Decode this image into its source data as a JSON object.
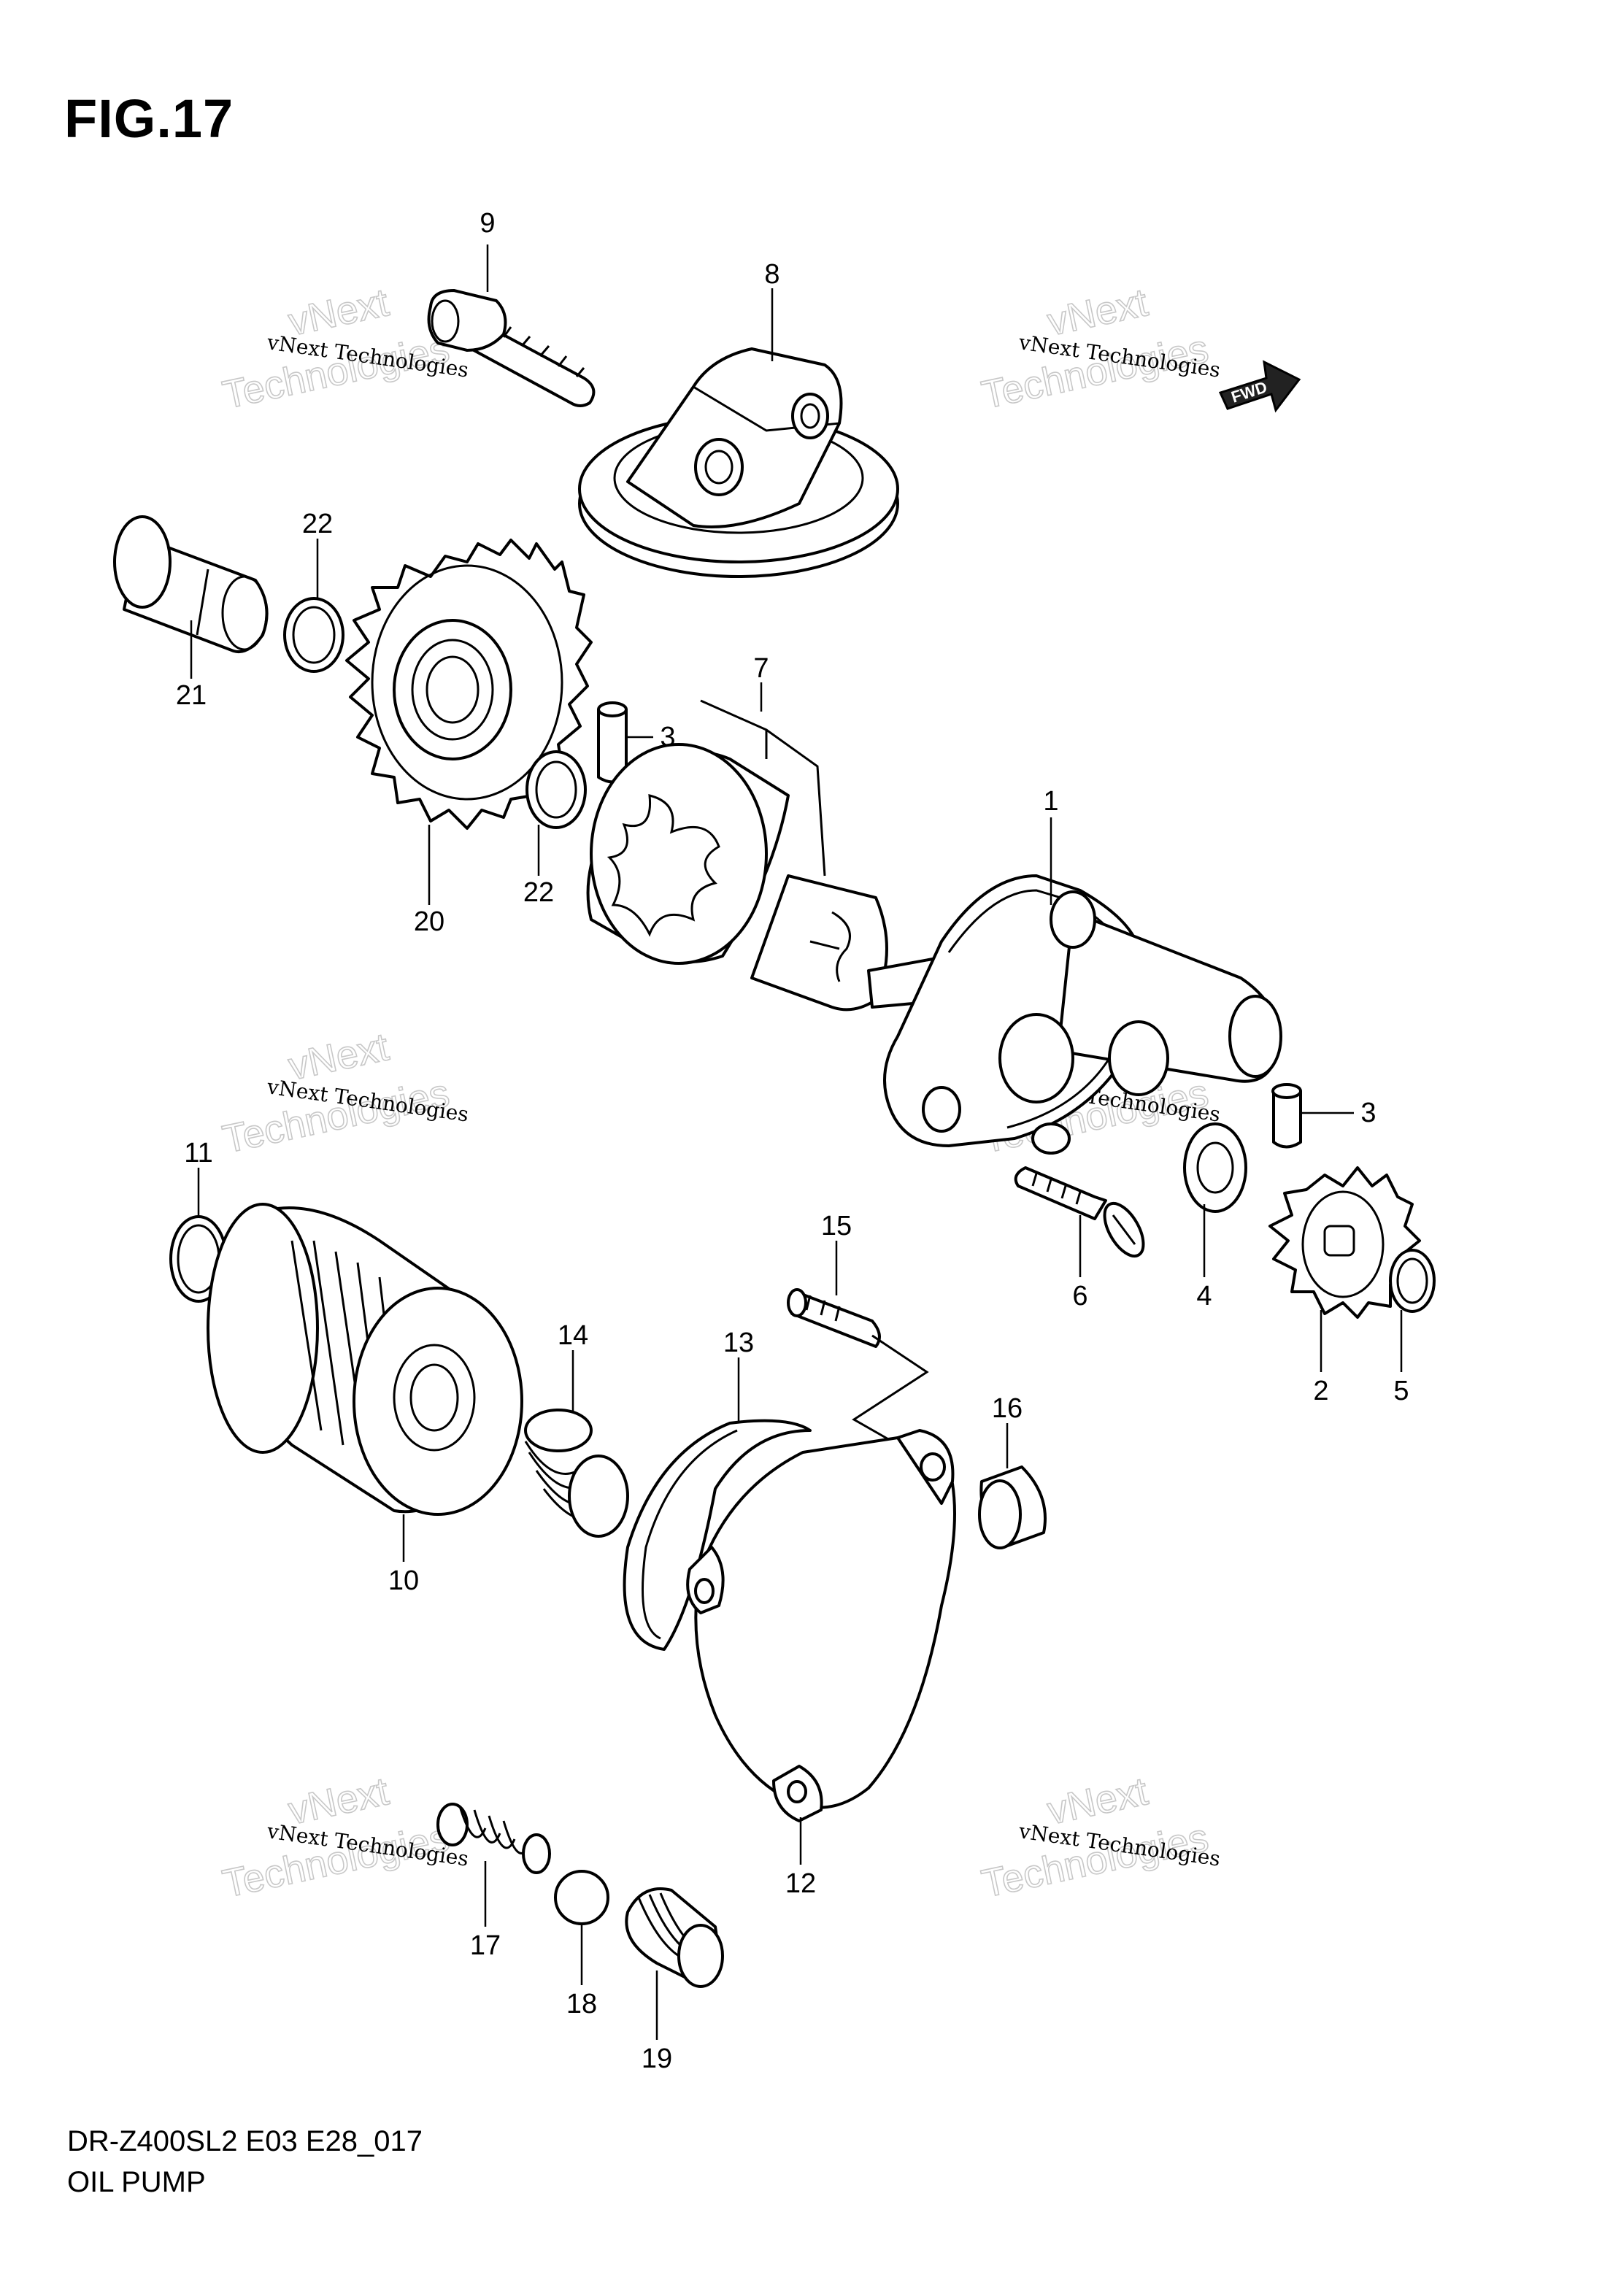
{
  "figure": {
    "title": "FIG.17",
    "model_code": "DR-Z400SL2 E03 E28_017",
    "section_name": "OIL PUMP"
  },
  "badge": {
    "fwd_label": "FWD"
  },
  "watermark": {
    "line1": "vNext Technologies",
    "line2a": "vNext",
    "line2b": "Technologies"
  },
  "callouts": {
    "c1": "1",
    "c2": "2",
    "c3a": "3",
    "c3b": "3",
    "c4": "4",
    "c5": "5",
    "c6": "6",
    "c7": "7",
    "c8": "8",
    "c9": "9",
    "c10": "10",
    "c11": "11",
    "c12": "12",
    "c13": "13",
    "c14": "14",
    "c15": "15",
    "c16": "16",
    "c17": "17",
    "c18": "18",
    "c19": "19",
    "c20": "20",
    "c21": "21",
    "c22a": "22",
    "c22b": "22"
  }
}
